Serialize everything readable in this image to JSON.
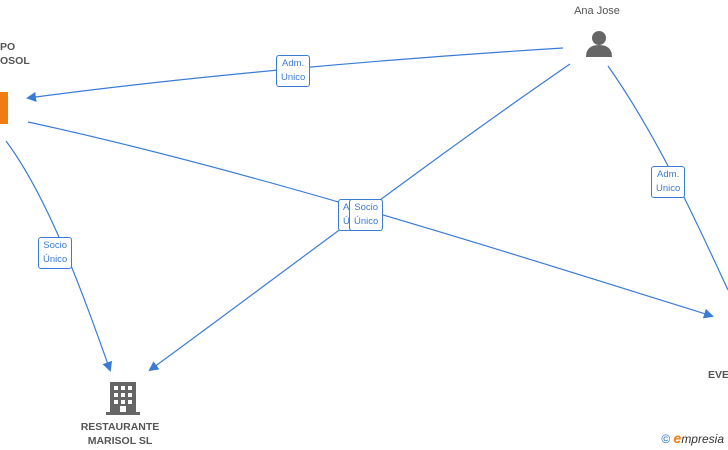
{
  "nodes": {
    "person": {
      "name": "Ana Jose"
    },
    "company_left": {
      "line1": "PO",
      "line2": "OSOL"
    },
    "restaurant": {
      "line1": "RESTAURANTE",
      "line2": "MARISOL SL"
    },
    "right_company": {
      "label": "EVE"
    }
  },
  "edges": {
    "person_to_left": {
      "line1": "Adm.",
      "line2": "Unico"
    },
    "person_to_right": {
      "line1": "Adm.",
      "line2": "Unico"
    },
    "left_to_restaurant": {
      "line1": "Socio",
      "line2": "Único"
    },
    "cross_back": {
      "line1": "A",
      "line2": "Ú"
    },
    "cross_front": {
      "line1": "Socio",
      "line2": "Único"
    }
  },
  "watermark": {
    "symbol": "©",
    "brand_e": "e",
    "brand_rest": "mpresia"
  },
  "colors": {
    "edge": "#3a7bd5",
    "icon": "#666666",
    "accent": "#f07b12"
  }
}
